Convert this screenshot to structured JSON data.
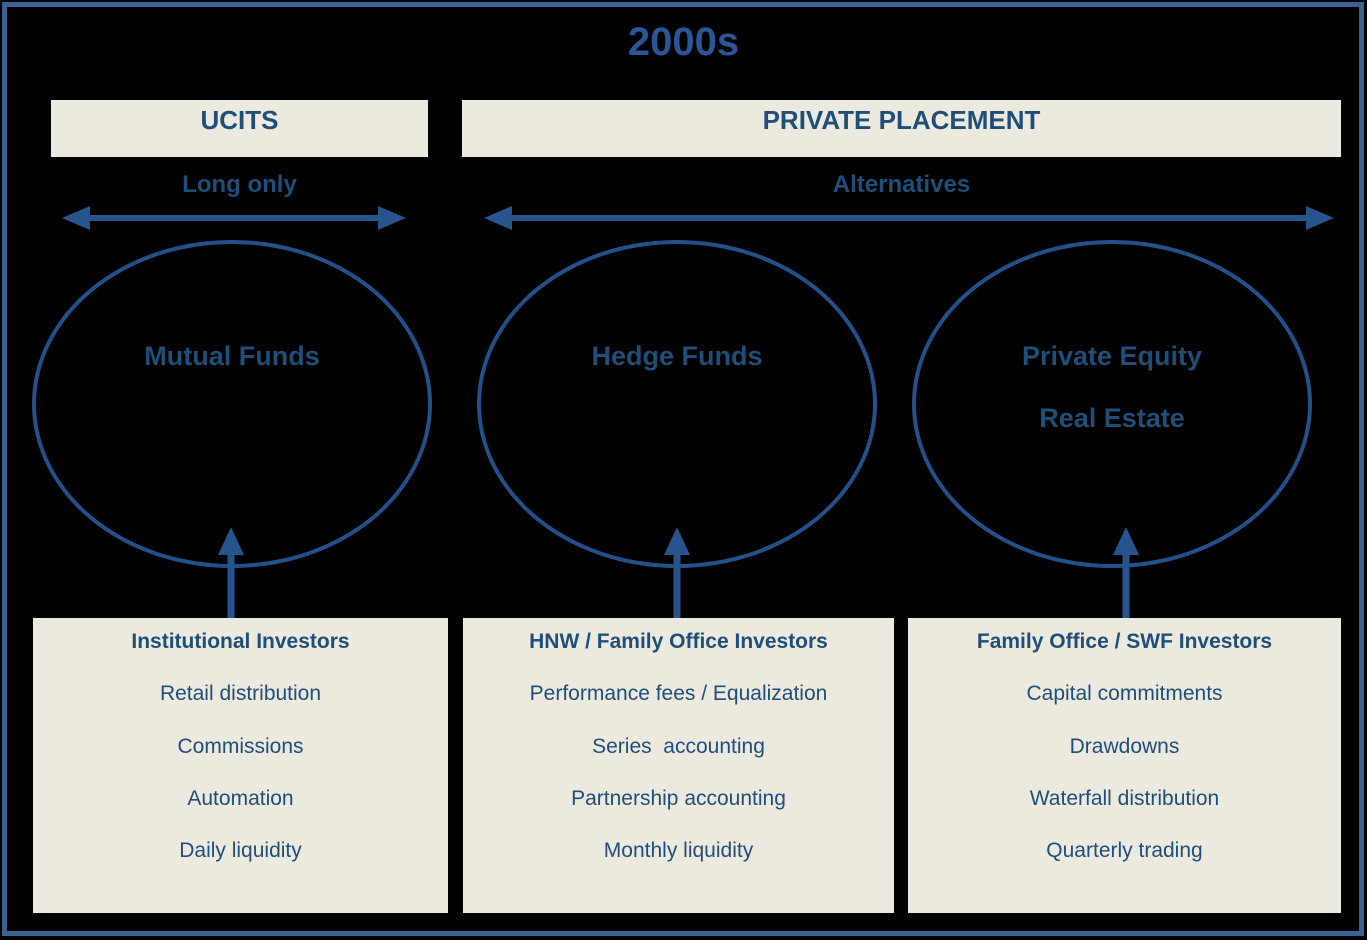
{
  "title": "2000s",
  "sections": [
    {
      "header": "UCITS",
      "sublabel": "Long only"
    },
    {
      "header": "PRIVATE PLACEMENT",
      "sublabel": "Alternatives"
    }
  ],
  "ellipses": [
    {
      "line1": "Mutual Funds"
    },
    {
      "line1": "Hedge Funds"
    },
    {
      "line1": "Private Equity",
      "line2": "Real Estate"
    }
  ],
  "boxes": [
    {
      "title": "Institutional Investors",
      "items": [
        "Retail distribution",
        "Commissions",
        "Automation",
        "Daily liquidity"
      ]
    },
    {
      "title": "HNW / Family Office Investors",
      "items": [
        "Performance fees / Equalization",
        "Series  accounting",
        "Partnership accounting",
        "Monthly liquidity"
      ]
    },
    {
      "title": "Family Office / SWF Investors",
      "items": [
        "Capital commitments",
        "Drawdowns",
        "Waterfall distribution",
        "Quarterly trading"
      ]
    }
  ],
  "colors": {
    "background": "#000000",
    "frame_border": "#3A6191",
    "panel_fill": "#ECE9DF",
    "text_blue": "#1F4E79",
    "title_blue": "#2A5695",
    "shape_stroke": "#27548D",
    "ellipse_stroke": "#24508A"
  }
}
